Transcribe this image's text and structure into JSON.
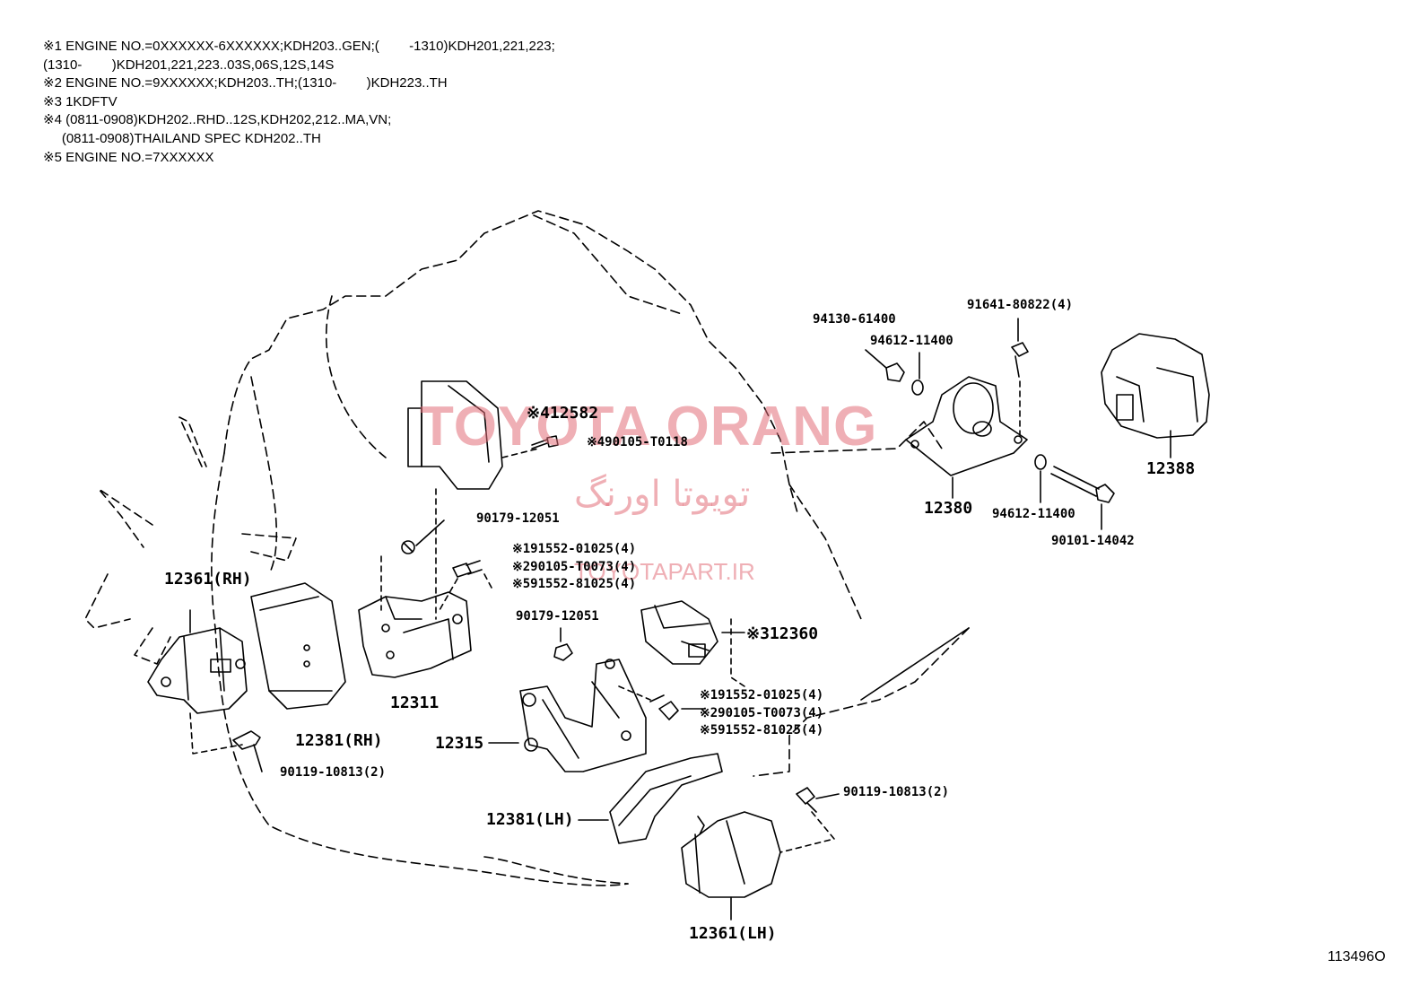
{
  "notes": [
    "※1 ENGINE NO.=0XXXXXX-6XXXXXX;KDH203..GEN;(        -1310)KDH201,221,223;",
    "(1310-        )KDH201,221,223..03S,06S,12S,14S",
    "※2 ENGINE NO.=9XXXXXX;KDH203..TH;(1310-        )KDH223..TH",
    "※3 1KDFTV",
    "※4 (0811-0908)KDH202..RHD..12S,KDH202,212..MA,VN;",
    "     (0811-0908)THAILAND SPEC KDH202..TH",
    "※5 ENGINE NO.=7XXXXXX"
  ],
  "labels": {
    "p12582": "※412582",
    "p90105_t0118": "※490105-T0118",
    "p90179_a": "90179-12051",
    "p91552_01025_a": "※191552-01025(4)",
    "p90105_t0073_a": "※290105-T0073(4)",
    "p91552_81025_a": "※591552-81025(4)",
    "p12361_rh": "12361(RH)",
    "p12381_rh": "12381(RH)",
    "p12311": "12311",
    "p90119_a": "90119-10813(2)",
    "p90179_b": "90179-12051",
    "p12360": "※312360",
    "p91552_01025_b": "※191552-01025(4)",
    "p90105_t0073_b": "※290105-T0073(4)",
    "p91552_81025_b": "※591552-81025(4)",
    "p12315": "12315",
    "p12381_lh": "12381(LH)",
    "p90119_b": "90119-10813(2)",
    "p12361_lh": "12361(LH)",
    "p94130": "94130-61400",
    "p94612_a": "94612-11400",
    "p91641": "91641-80822(4)",
    "p12380": "12380",
    "p94612_b": "94612-11400",
    "p90101": "90101-14042",
    "p12388": "12388"
  },
  "watermark": {
    "latin": "TOYOTA ORANG",
    "persian": "تویوتا اورنگ",
    "site": "TOYOTAPART.IR"
  },
  "figure_number": "113496O"
}
